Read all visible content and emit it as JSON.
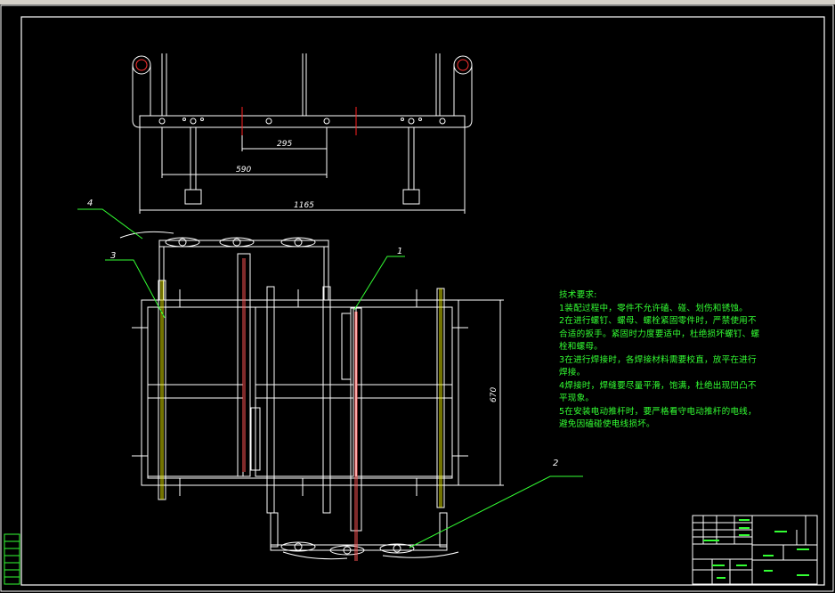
{
  "drawing": {
    "dimensions": {
      "d295": "295",
      "d590": "590",
      "d1165": "1165",
      "d670": "670"
    },
    "part_labels": {
      "p1": "1",
      "p2": "2",
      "p3": "3",
      "p4": "4"
    },
    "colors": {
      "background": "#000000",
      "lines": "#ffffff",
      "center_marks": "#ff2020",
      "guide_rails": "#e6e600",
      "leaders": "#33ff33",
      "push_rod": "#ff5555"
    }
  },
  "tech_notes": {
    "title": "技术要求:",
    "lines": [
      "1装配过程中，零件不允许磕、碰、划伤和锈蚀。",
      "2在进行螺钉、螺母、螺栓紧固零件时，严禁使用不",
      "合适的扳手。紧固时力度要适中，杜绝损坏螺钉、螺",
      "栓和螺母。",
      "3在进行焊接时，各焊接材料需要校直，放平在进行",
      "焊接。",
      "4焊接时，焊缝要尽量平滑，饱满，杜绝出现凹凸不",
      "平现象。",
      "5在安装电动推杆时，要严格看守电动推杆的电线，",
      "避免因磕碰使电线损坏。"
    ]
  }
}
